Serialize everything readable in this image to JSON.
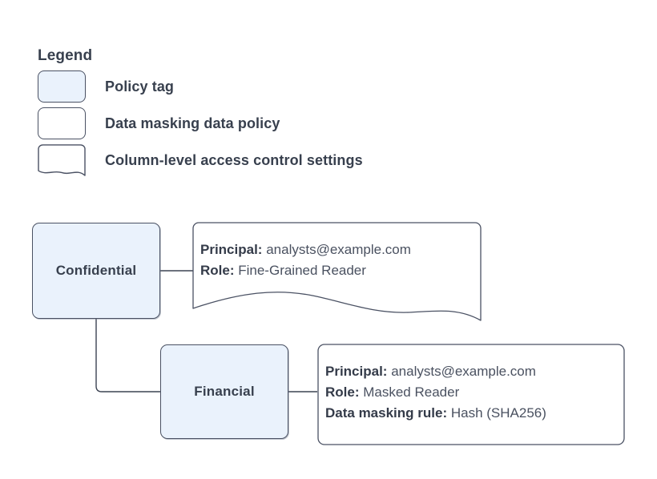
{
  "legend": {
    "title": "Legend",
    "items": [
      {
        "shape": "policy-tag-swatch",
        "label": "Policy tag"
      },
      {
        "shape": "data-policy-swatch",
        "label": "Data masking data policy"
      },
      {
        "shape": "access-control-swatch",
        "label": "Column-level access control settings"
      }
    ]
  },
  "nodes": [
    {
      "id": "confidential",
      "label": "Confidential"
    },
    {
      "id": "financial",
      "label": "Financial"
    }
  ],
  "cards": {
    "confidential": {
      "shape": "document",
      "lines": [
        {
          "key": "Principal:",
          "value": "analysts@example.com"
        },
        {
          "key": "Role:",
          "value": "Fine-Grained Reader"
        }
      ]
    },
    "financial": {
      "shape": "rounded-rect",
      "lines": [
        {
          "key": "Principal:",
          "value": "analysts@example.com"
        },
        {
          "key": "Role:",
          "value": "Masked Reader"
        },
        {
          "key": "Data masking rule:",
          "value": "Hash (SHA256)"
        }
      ]
    }
  },
  "colors": {
    "node_fill": "#eaf2fc",
    "stroke": "#4a5163",
    "text": "#38404e",
    "background": "#ffffff"
  }
}
